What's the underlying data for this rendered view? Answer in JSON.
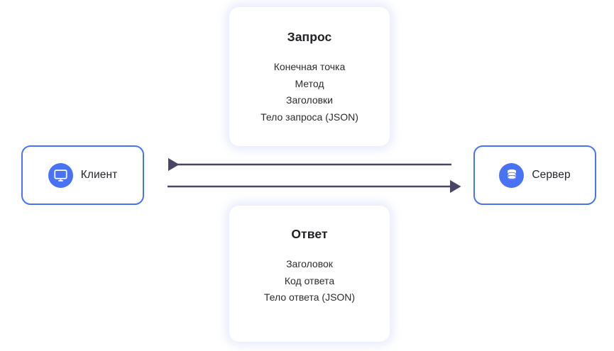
{
  "diagram": {
    "title_present": false,
    "colors": {
      "node_border": "#4a72f5",
      "badge_fill": "#4a72f5",
      "badge_glyph": "#ffffff",
      "arrow": "#4a4566",
      "card_shadow": "#c4d0f5",
      "text": "#25262b",
      "background": "#ffffff"
    }
  },
  "nodes": [
    {
      "id": "client",
      "label": "Клиент",
      "icon": "monitor-icon"
    },
    {
      "id": "server",
      "label": "Сервер",
      "icon": "database-icon"
    }
  ],
  "cards": [
    {
      "id": "request",
      "title": "Запрос",
      "lines": [
        "Конечная точка",
        "Метод",
        "Заголовки",
        "Тело запроса (JSON)"
      ]
    },
    {
      "id": "response",
      "title": "Ответ",
      "lines": [
        "Заголовок",
        "Код ответа",
        "Тело ответа (JSON)"
      ]
    }
  ],
  "arrows": [
    {
      "id": "response-arrow",
      "direction": "left",
      "from": "server",
      "to": "client"
    },
    {
      "id": "request-arrow",
      "direction": "right",
      "from": "client",
      "to": "server"
    }
  ]
}
